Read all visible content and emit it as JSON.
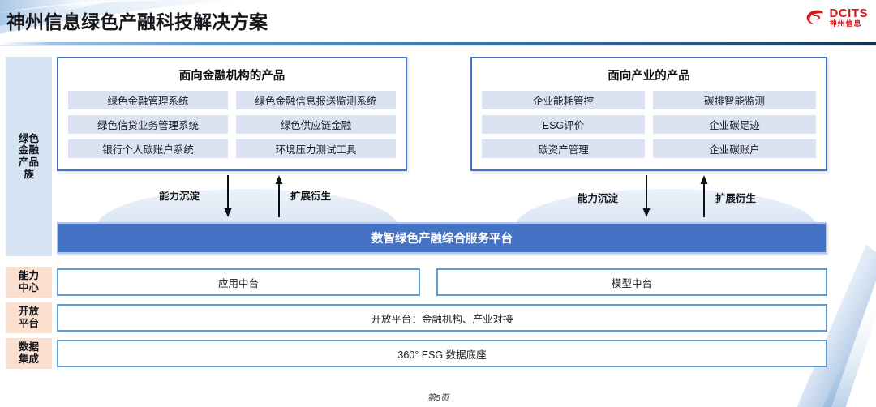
{
  "header": {
    "title": "神州信息绿色产融科技解决方案",
    "logo": {
      "mark": "swoosh-logo-icon",
      "name_en": "DCITS",
      "name_cn": "神州信息",
      "color": "#d7161f"
    }
  },
  "rail": {
    "items": [
      {
        "label": "绿色\n金融\n产品\n族",
        "tone": "blue",
        "color": "#d6e3f3"
      },
      {
        "label": "能力\n中心",
        "tone": "peach",
        "color": "#fbe0d0"
      },
      {
        "label": "开放\n平台",
        "tone": "peach",
        "color": "#fbe0d0"
      },
      {
        "label": "数据\n集成",
        "tone": "peach",
        "color": "#fbe0d0"
      }
    ]
  },
  "panels": [
    {
      "title": "面向金融机构的产品",
      "chips": [
        "绿色金融管理系统",
        "绿色金融信息报送监测系统",
        "绿色信贷业务管理系统",
        "绿色供应链金融",
        "银行个人碳账户系统",
        "环境压力测试工具"
      ]
    },
    {
      "title": "面向产业的产品",
      "chips": [
        "企业能耗管控",
        "碳排智能监测",
        "ESG评价",
        "企业碳足迹",
        "碳资产管理",
        "企业碳账户"
      ]
    }
  ],
  "flows": [
    {
      "down_label": "能力沉淀",
      "up_label": "扩展衍生"
    },
    {
      "down_label": "能力沉淀",
      "up_label": "扩展衍生"
    }
  ],
  "platform": {
    "label": "数智绿色产融综合服务平台",
    "color": "#4472c4"
  },
  "capability_row": {
    "boxes": [
      "应用中台",
      "模型中台"
    ]
  },
  "open_row": {
    "box": "开放平台：金融机构、产业对接"
  },
  "data_row": {
    "box": "360° ESG 数据底座"
  },
  "footer": {
    "page_label": "第5页"
  }
}
